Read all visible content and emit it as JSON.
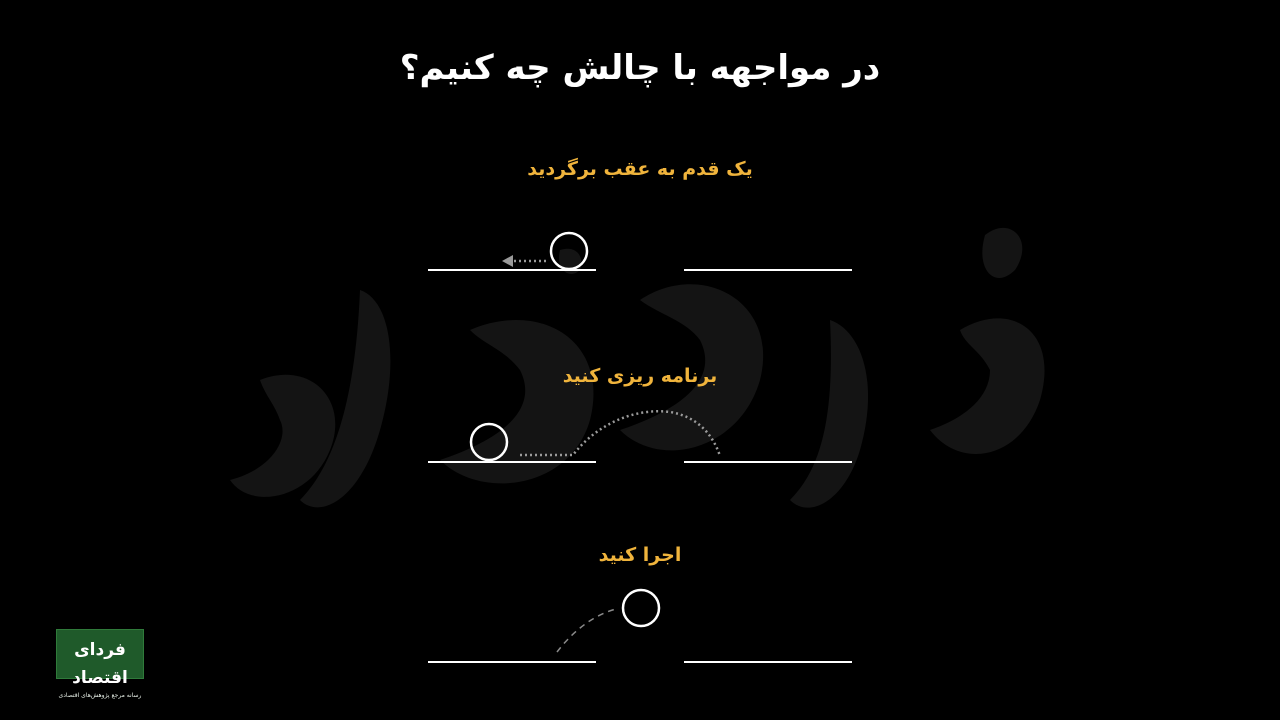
{
  "title": "در مواجهه با چالش چه کنیم؟",
  "steps": [
    {
      "label": "یک قدم به عقب برگردید"
    },
    {
      "label": "برنامه ریزی کنید"
    },
    {
      "label": "اجرا کنید"
    }
  ],
  "logo": {
    "name": "فردای اقتصاد",
    "tagline": "رسانه مرجع پژوهش‌های اقتصادی"
  },
  "colors": {
    "background": "#000000",
    "title": "#ffffff",
    "step_label": "#f0b43c",
    "line": "#ffffff",
    "dotted_path": "#9a9a9a",
    "logo_bg": "#1f5a2a"
  }
}
